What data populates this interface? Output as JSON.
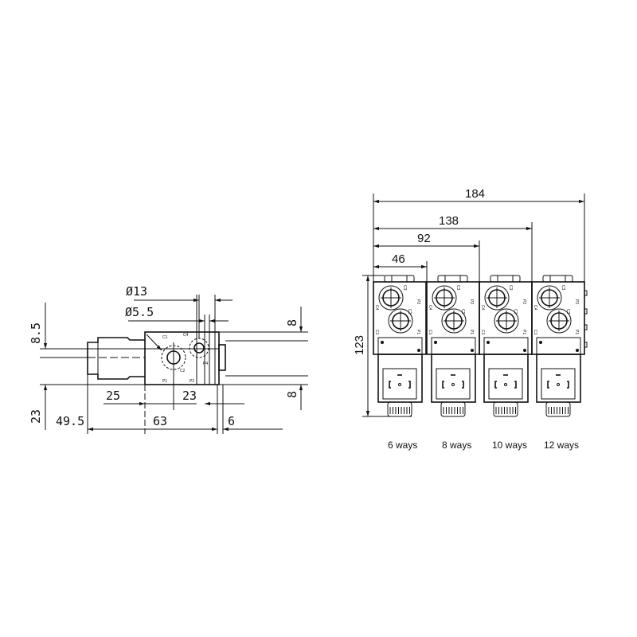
{
  "side_view": {
    "dimensions": {
      "dia13": "Ø13",
      "dia5_5": "Ø5.5",
      "h8_5": "8.5",
      "h23": "23",
      "top8": "8",
      "bottom8": "8",
      "w25": "25",
      "w23": "23",
      "w49_5": "49.5",
      "w63": "63",
      "w6": "6"
    },
    "port_labels": {
      "c1": "C1",
      "c4": "C4",
      "c2": "C2",
      "p1": "P1",
      "p2": "P2",
      "p4": "P4"
    }
  },
  "front_view": {
    "dimensions": {
      "total184": "184",
      "w138": "138",
      "w92": "92",
      "w46": "46",
      "h123": "123"
    },
    "port_labels": {
      "c3": "C3",
      "c4": "C4",
      "c2": "C2",
      "c1": "C1",
      "p2": "P2",
      "p1": "P1"
    },
    "variants": [
      "6 ways",
      "8 ways",
      "10 ways",
      "12 ways"
    ]
  }
}
